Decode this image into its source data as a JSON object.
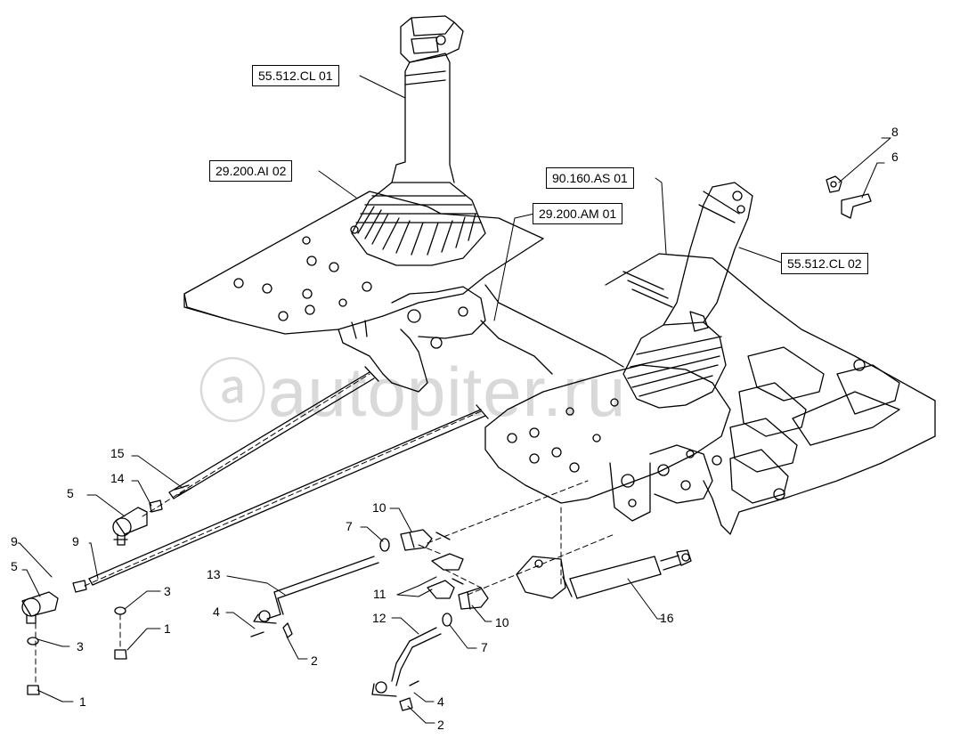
{
  "diagram": {
    "reference_labels": {
      "ref_a": "55.512.CL 01",
      "ref_b": "29.200.AI 02",
      "ref_c": "29.200.AM 01",
      "ref_d": "90.160.AS 01",
      "ref_e": "55.512.CL 02"
    },
    "callouts": {
      "c8": "8",
      "c6": "6",
      "c15": "15",
      "c14": "14",
      "c5a": "5",
      "c5b": "5",
      "c9a": "9",
      "c9b": "9",
      "c3a": "3",
      "c3b": "3",
      "c1a": "1",
      "c1b": "1",
      "c13": "13",
      "c4a": "4",
      "c4b": "4",
      "c2a": "2",
      "c2b": "2",
      "c7a": "7",
      "c7b": "7",
      "c10a": "10",
      "c10b": "10",
      "c11": "11",
      "c12": "12",
      "c16": "16"
    },
    "watermark": "autopiter.ru"
  }
}
